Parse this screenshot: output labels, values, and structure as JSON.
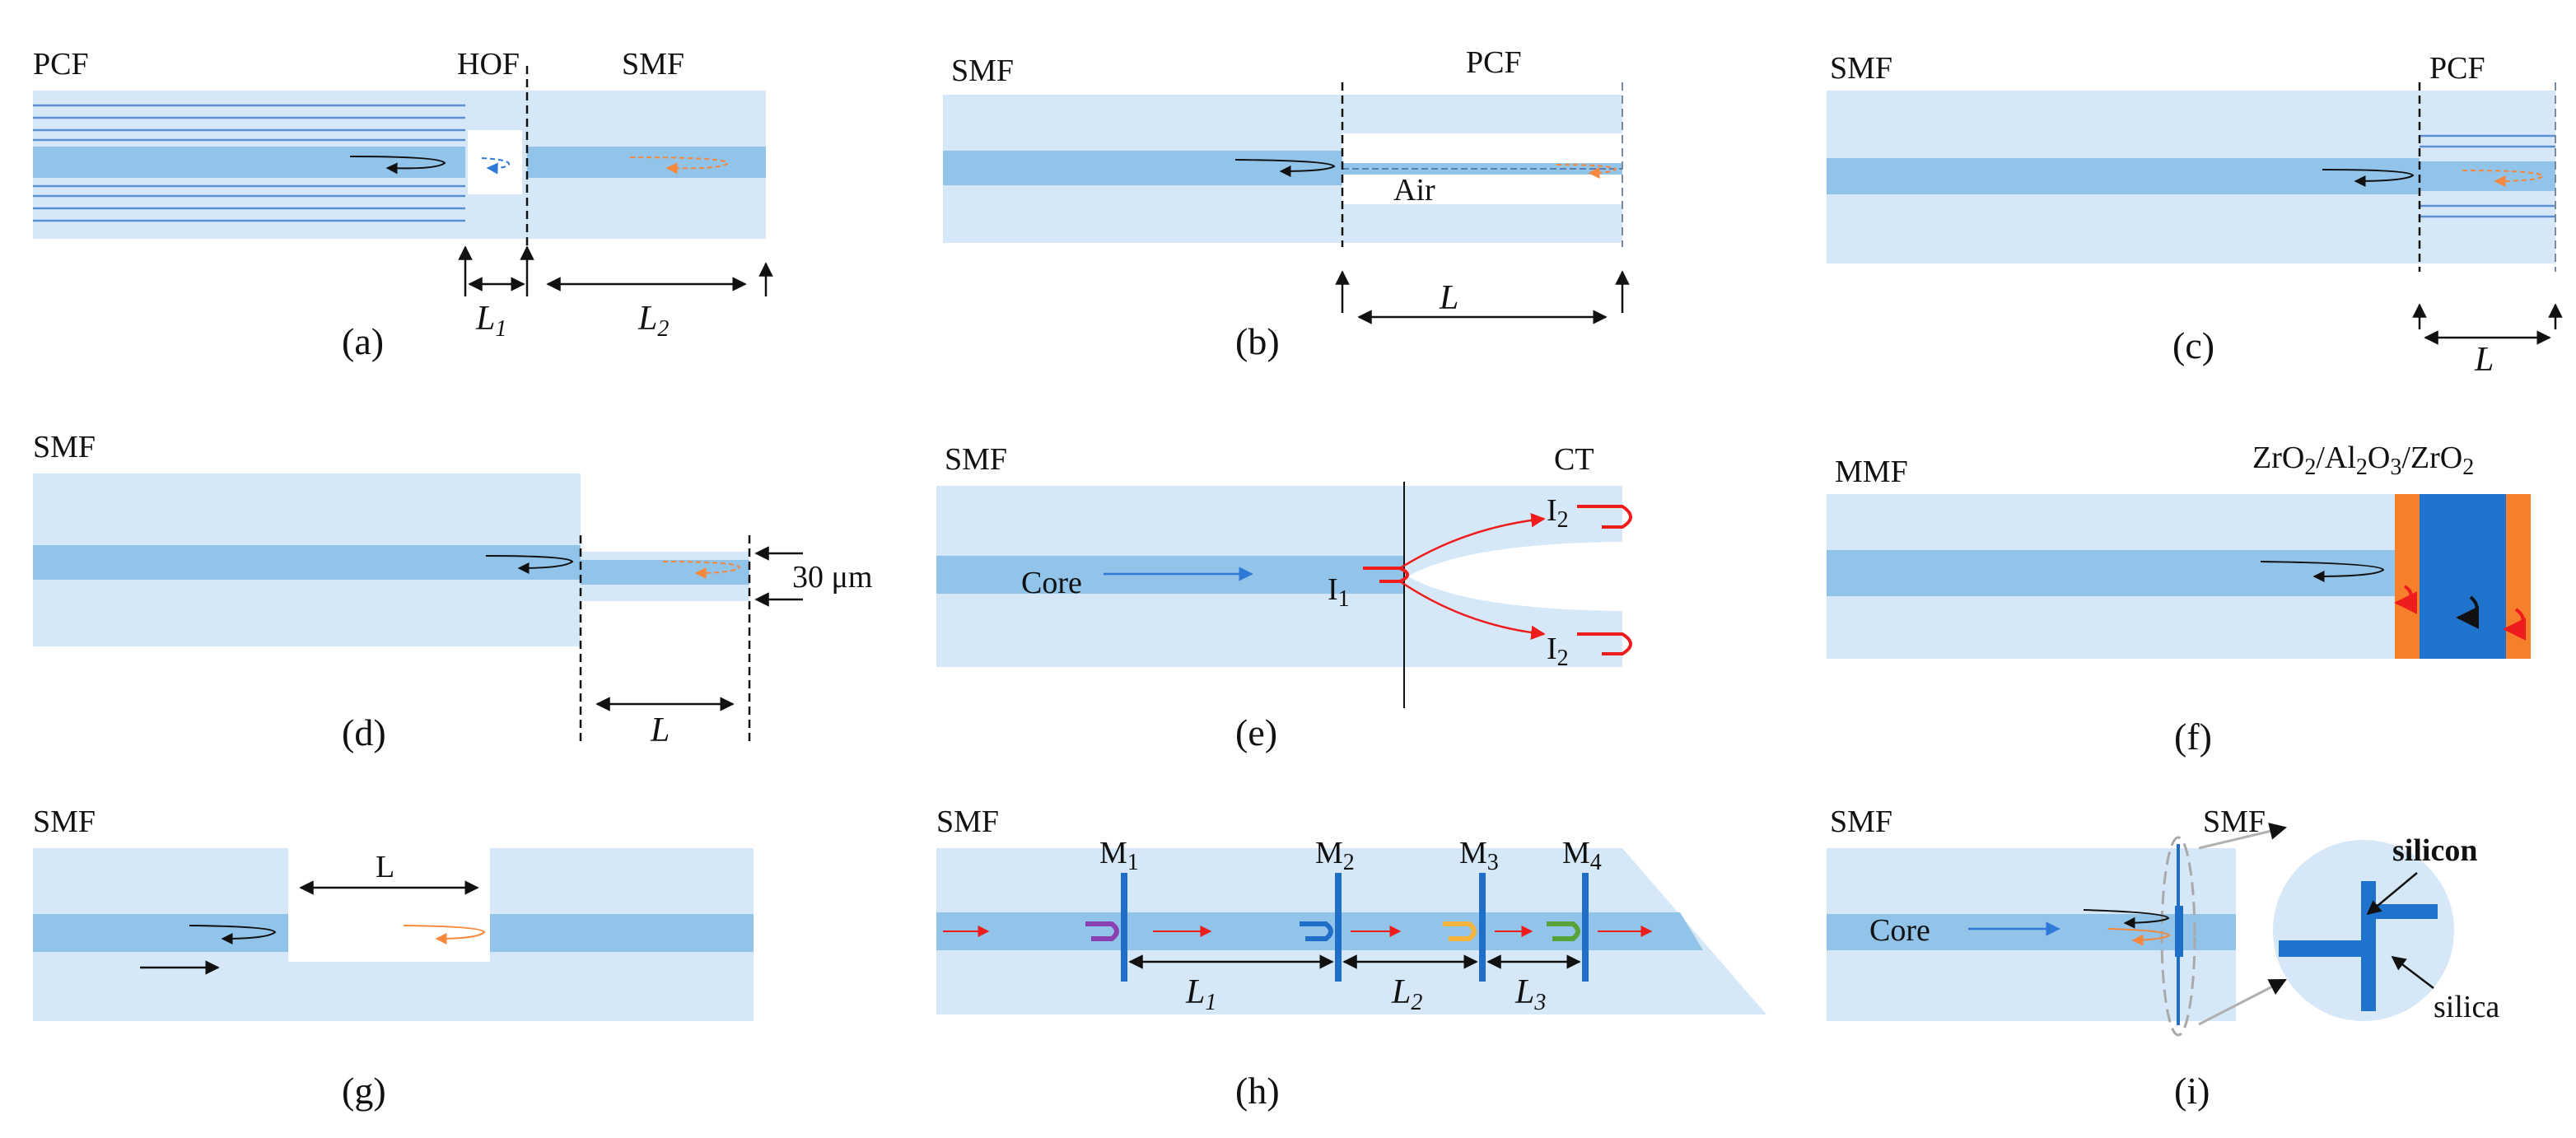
{
  "colors": {
    "clad": "#d6e8f7",
    "core": "#92c3e8",
    "pcf_line": "#5b8fd0",
    "mirror": "#1f6fc9",
    "film_blue": "#1f73cc",
    "film_orange": "#f57f2b",
    "red": "#ee1c1c",
    "orange": "#f5883c",
    "blue_arrow": "#2f7ad8",
    "purple": "#8a3fb3",
    "yellow": "#f4b43d",
    "green": "#58a23a"
  },
  "panels": {
    "a": {
      "caption": "(a)",
      "left": "PCF",
      "mid": "HOF",
      "right": "SMF",
      "L1": "L",
      "L1_sub": "1",
      "L2": "L",
      "L2_sub": "2"
    },
    "b": {
      "caption": "(b)",
      "left": "SMF",
      "right": "PCF",
      "air": "Air",
      "L": "L"
    },
    "c": {
      "caption": "(c)",
      "left": "SMF",
      "right": "PCF",
      "L": "L"
    },
    "d": {
      "caption": "(d)",
      "left": "SMF",
      "width": "30 μm",
      "L": "L"
    },
    "e": {
      "caption": "(e)",
      "left": "SMF",
      "right": "CT",
      "core": "Core",
      "I1": "I",
      "I1_sub": "1",
      "I2": "I",
      "I2_sub": "2"
    },
    "f": {
      "caption": "(f)",
      "left": "MMF",
      "coat_a": "ZrO",
      "coat_sub1": "2",
      "coat_b": "/Al",
      "coat_sub2": "2",
      "coat_c": "O",
      "coat_sub3": "3",
      "coat_d": "/ZrO",
      "coat_sub4": "2"
    },
    "g": {
      "caption": "(g)",
      "left": "SMF",
      "L": "L"
    },
    "h": {
      "caption": "(h)",
      "left": "SMF",
      "M": "M",
      "M1": "1",
      "M2": "2",
      "M3": "3",
      "M4": "4",
      "L": "L",
      "L1": "1",
      "L2": "2",
      "L3": "3"
    },
    "i": {
      "caption": "(i)",
      "left": "SMF",
      "right": "SMF",
      "core": "Core",
      "silicon": "silicon",
      "silica": "silica"
    }
  }
}
